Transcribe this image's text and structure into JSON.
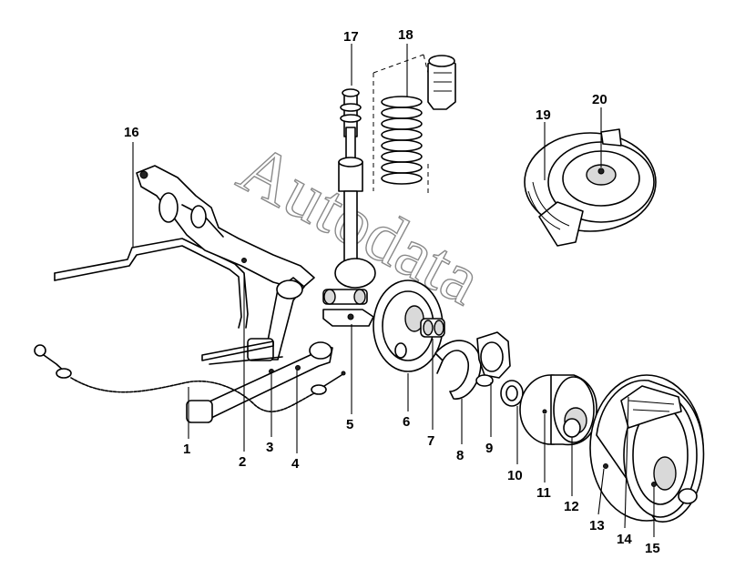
{
  "watermark": "Autodata",
  "callouts": [
    {
      "id": "1",
      "label": "1"
    },
    {
      "id": "2",
      "label": "2"
    },
    {
      "id": "3",
      "label": "3"
    },
    {
      "id": "4",
      "label": "4"
    },
    {
      "id": "5",
      "label": "5"
    },
    {
      "id": "6",
      "label": "6"
    },
    {
      "id": "7",
      "label": "7"
    },
    {
      "id": "8",
      "label": "8"
    },
    {
      "id": "9",
      "label": "9"
    },
    {
      "id": "10",
      "label": "10"
    },
    {
      "id": "11",
      "label": "11"
    },
    {
      "id": "12",
      "label": "12"
    },
    {
      "id": "13",
      "label": "13"
    },
    {
      "id": "14",
      "label": "14"
    },
    {
      "id": "15",
      "label": "15"
    },
    {
      "id": "16",
      "label": "16"
    },
    {
      "id": "17",
      "label": "17"
    },
    {
      "id": "18",
      "label": "18"
    },
    {
      "id": "19",
      "label": "19"
    },
    {
      "id": "20",
      "label": "20"
    }
  ]
}
